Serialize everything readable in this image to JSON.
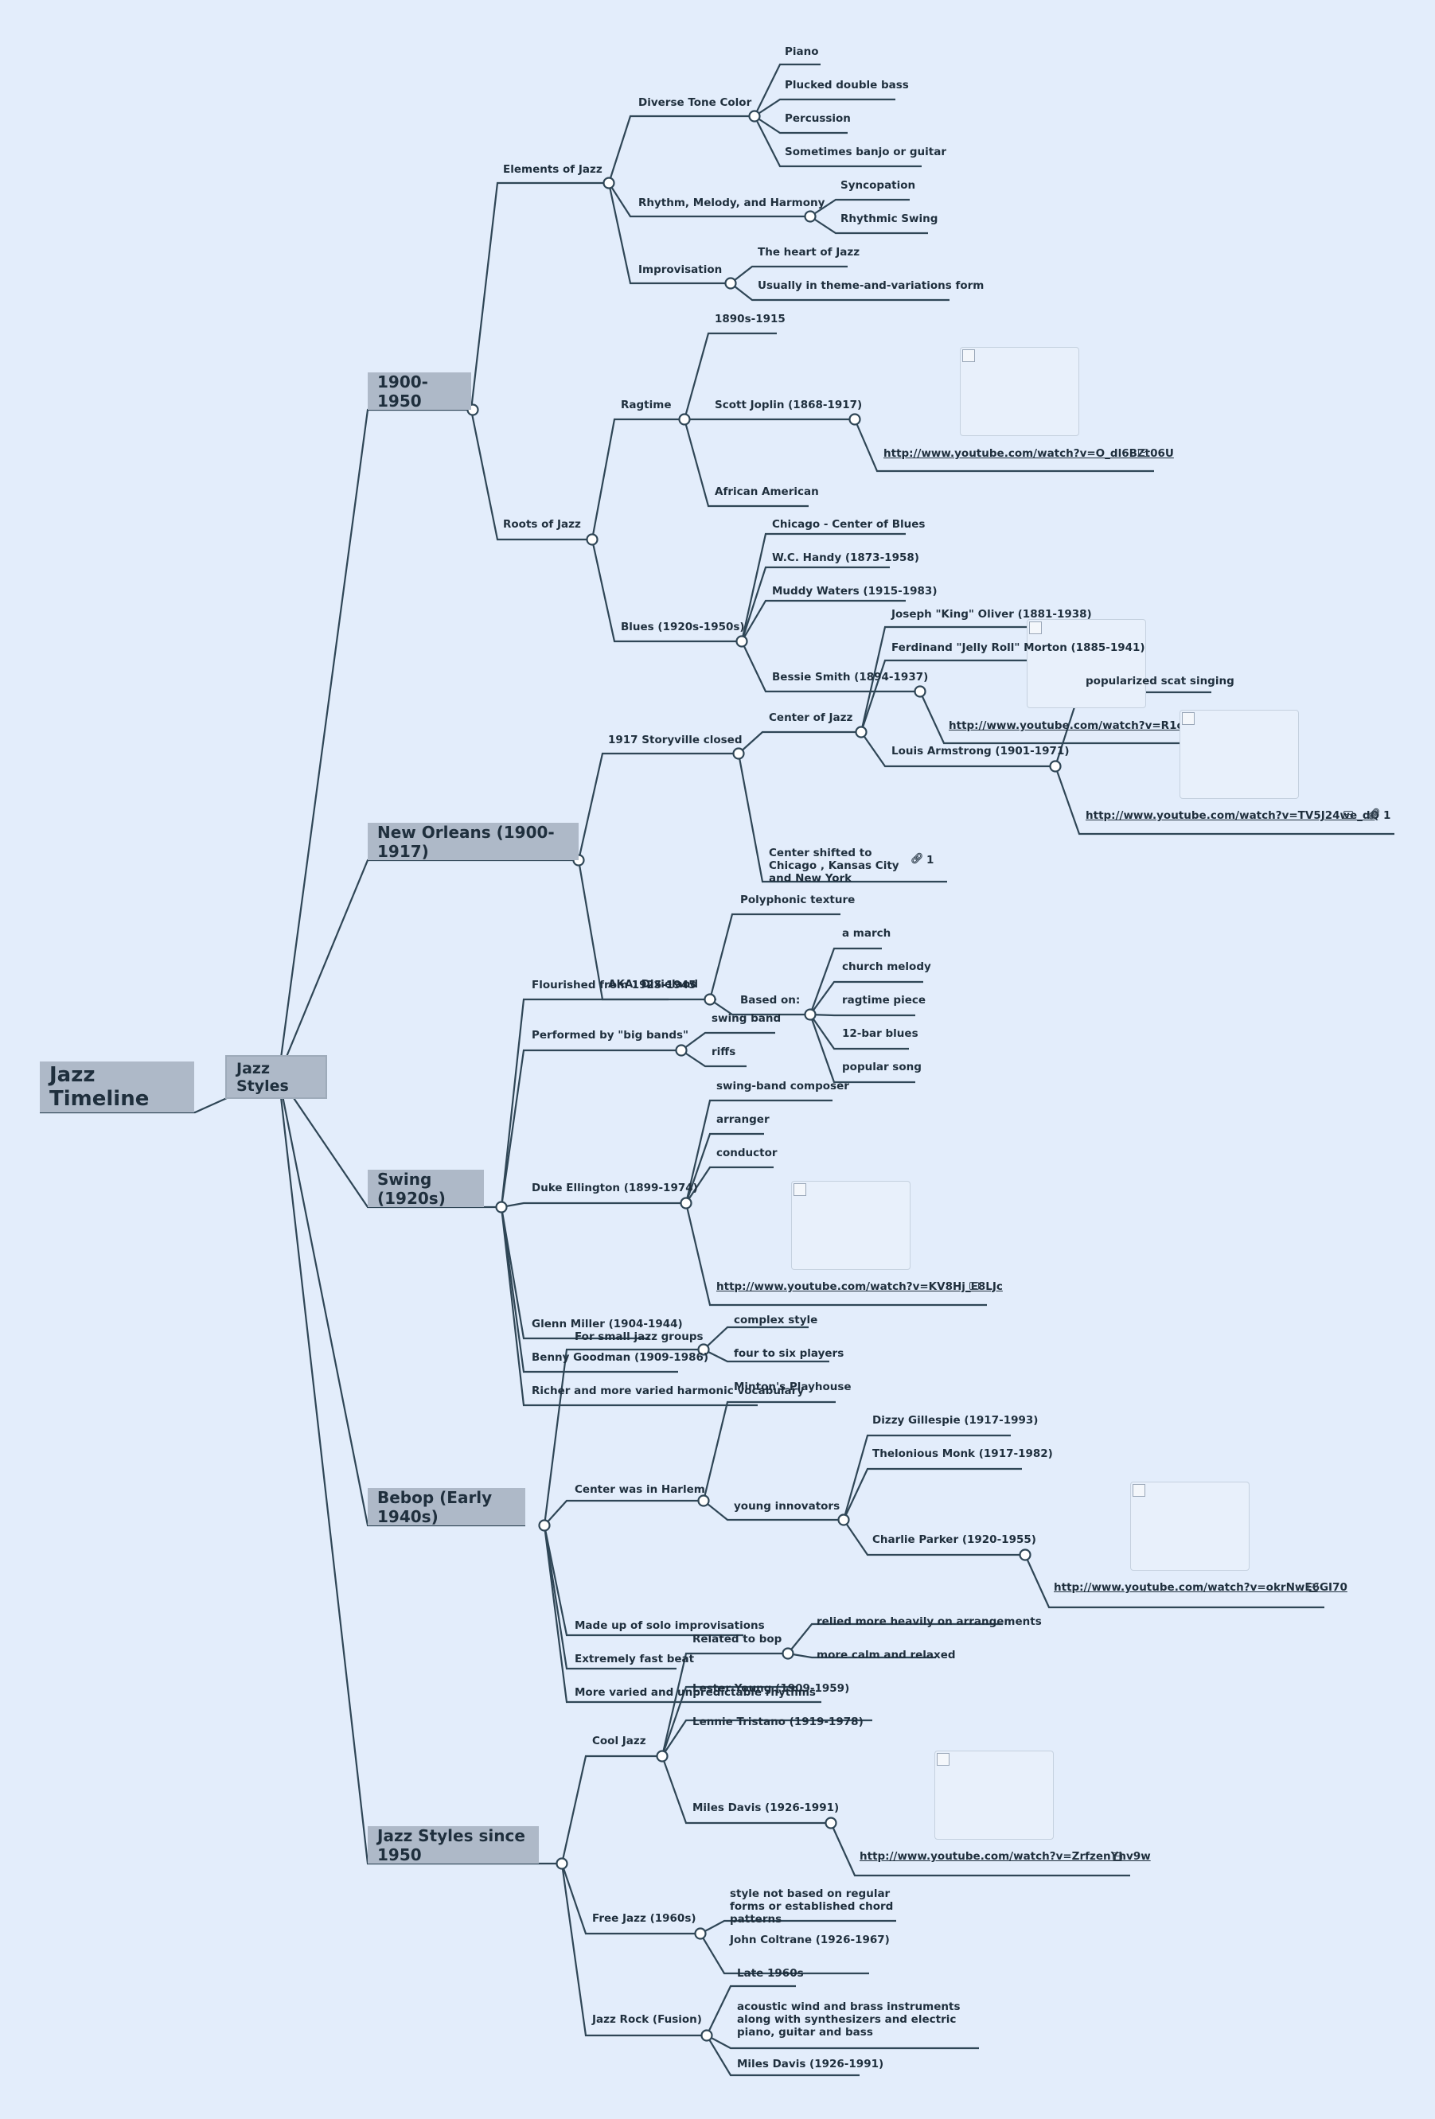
{
  "root": {
    "title": "Jazz Timeline",
    "hub": "Jazz Styles"
  },
  "branches": {
    "b1900": {
      "title": "1900-1950",
      "elements": {
        "label": "Elements of Jazz",
        "tone": {
          "label": "Diverse Tone Color",
          "items": [
            "Piano",
            "Plucked double bass",
            "Percussion",
            "Sometimes banjo or guitar"
          ]
        },
        "rhythm": {
          "label": "Rhythm, Melody, and Harmony",
          "items": [
            "Syncopation",
            "Rhythmic Swing"
          ]
        },
        "improv": {
          "label": "Improvisation",
          "items": [
            "The heart of Jazz",
            "Usually in theme-and-variations form"
          ]
        }
      },
      "roots": {
        "label": "Roots of Jazz",
        "ragtime": {
          "label": "Ragtime",
          "period": "1890s-1915",
          "joplin": "Scott Joplin (1868-1917)",
          "joplin_link": "http://www.youtube.com/watch?v=O_dl6BZt06U",
          "origin": "African American"
        },
        "blues": {
          "label": "Blues (1920s-1950s)",
          "items": [
            "Chicago - Center of Blues",
            "W.C. Handy (1873-1958)",
            "Muddy Waters (1915-1983)"
          ],
          "bessie": "Bessie Smith (1894-1937)",
          "bessie_link": "http://www.youtube.com/watch?v=R1oKhVaKBkE"
        }
      }
    },
    "neworleans": {
      "title": "New Orleans (1900-1917)",
      "storyville": "1917 Storyville closed",
      "center": "Center of Jazz",
      "players": [
        "Joseph \"King\" Oliver (1881-1938)",
        "Ferdinand \"Jelly Roll\" Morton (1885-1941)"
      ],
      "armstrong": "Louis Armstrong (1901-1971)",
      "armstrong_scat": "popularized scat singing",
      "armstrong_link": "http://www.youtube.com/watch?v=TV5J24we_dQ",
      "armstrong_link_count": "1",
      "shifted": "Center shifted to Chicago , Kansas City and New York",
      "shifted_count": "1",
      "dixieland": "AKA: Dixieland",
      "polyphonic": "Polyphonic texture",
      "based_on": "Based on:",
      "based_items": [
        "a march",
        "church melody",
        "ragtime piece",
        "12-bar blues",
        "popular song"
      ]
    },
    "swing": {
      "title": "Swing (1920s)",
      "flourished": "Flourished from 1925-1945",
      "bigbands": "Performed by \"big bands\"",
      "bigband_items": [
        "swing band",
        "riffs"
      ],
      "ellington": "Duke Ellington (1899-1974)",
      "ellington_roles": [
        "swing-band composer",
        "arranger",
        "conductor"
      ],
      "ellington_link": "http://www.youtube.com/watch?v=KV8Hj_E8LJc",
      "miller": "Glenn Miller (1904-1944)",
      "goodman": "Benny Goodman (1909-1986)",
      "richer": "Richer and more varied harmonic vocabulary"
    },
    "bebop": {
      "title": "Bebop (Early 1940s)",
      "small_groups": "For small jazz groups",
      "small_items": [
        "complex style",
        "four to six players"
      ],
      "harlem": "Center was in Harlem",
      "mintons": "Minton's Playhouse",
      "innovators": "young innovators",
      "innovator_items": [
        "Dizzy Gillespie (1917-1993)",
        "Thelonious Monk (1917-1982)"
      ],
      "parker": "Charlie Parker (1920-1955)",
      "parker_link": "http://www.youtube.com/watch?v=okrNwE6GI70",
      "solo": "Made up of solo improvisations",
      "fast": "Extremely fast beat",
      "varied": "More varied and unpredictable rhythms"
    },
    "since1950": {
      "title": "Jazz Styles since 1950",
      "cool": "Cool Jazz",
      "related": "Related to bop",
      "related_items": [
        "relied more heavily on arrangements",
        "more calm and relaxed"
      ],
      "lester": "Lester Young (1909-1959)",
      "tristano": "Lennie Tristano (1919-1978)",
      "miles": "Miles Davis (1926-1991)",
      "miles_link": "http://www.youtube.com/watch?v=ZrfzenYhv9w",
      "free": "Free Jazz (1960s)",
      "free_items": [
        "style not based on regular forms or established chord patterns",
        "John Coltrane (1926-1967)"
      ],
      "rock": "Jazz Rock (Fusion)",
      "rock_items": [
        "Late 1960s",
        "acoustic wind and brass instruments along with synthesizers and electric piano, guitar and bass",
        "Miles Davis (1926-1991)"
      ]
    }
  }
}
